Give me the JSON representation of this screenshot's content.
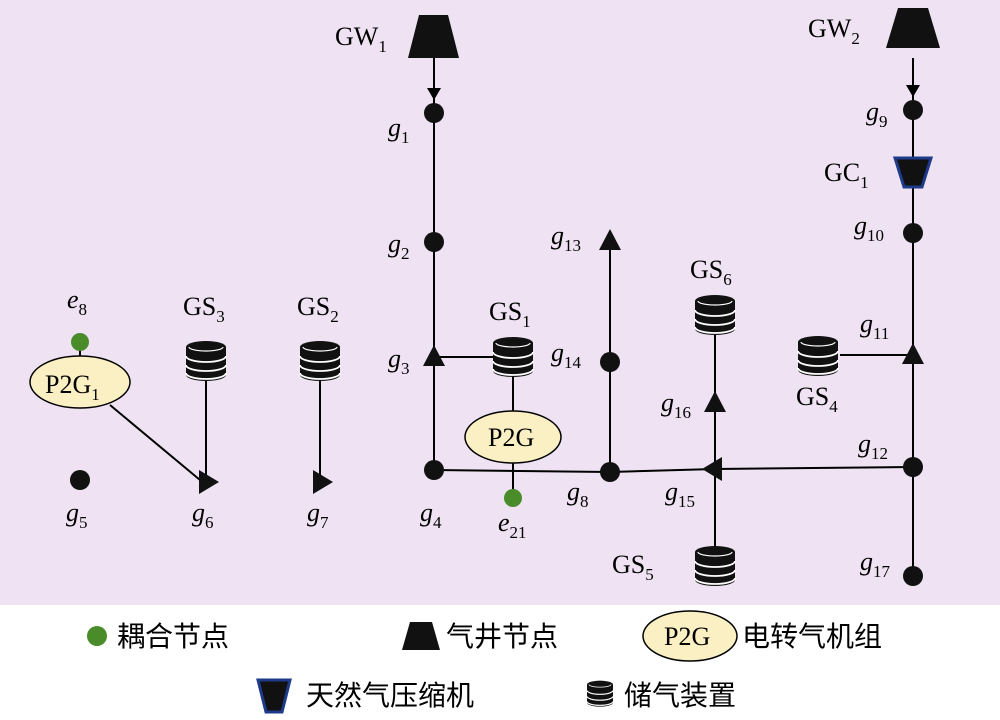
{
  "colors": {
    "background": "#efe3f3",
    "line": "#000000",
    "node": "#111111",
    "coupling_node": "#4a8c2a",
    "p2g_fill": "#faf0c4",
    "compressor": "#1e3a8a",
    "legend_bg": "#ffffff"
  },
  "gas_wells": [
    {
      "id": "gw1",
      "base": "GW",
      "sub": "1"
    },
    {
      "id": "gw2",
      "base": "GW",
      "sub": "2"
    }
  ],
  "compressor": {
    "base": "GC",
    "sub": "1"
  },
  "gas_nodes": [
    {
      "id": "g1",
      "base": "g",
      "sub": "1"
    },
    {
      "id": "g2",
      "base": "g",
      "sub": "2"
    },
    {
      "id": "g3",
      "base": "g",
      "sub": "3"
    },
    {
      "id": "g4",
      "base": "g",
      "sub": "4"
    },
    {
      "id": "g5",
      "base": "g",
      "sub": "5"
    },
    {
      "id": "g6",
      "base": "g",
      "sub": "6"
    },
    {
      "id": "g7",
      "base": "g",
      "sub": "7"
    },
    {
      "id": "g8",
      "base": "g",
      "sub": "8"
    },
    {
      "id": "g9",
      "base": "g",
      "sub": "9"
    },
    {
      "id": "g10",
      "base": "g",
      "sub": "10"
    },
    {
      "id": "g11",
      "base": "g",
      "sub": "11"
    },
    {
      "id": "g12",
      "base": "g",
      "sub": "12"
    },
    {
      "id": "g13",
      "base": "g",
      "sub": "13"
    },
    {
      "id": "g14",
      "base": "g",
      "sub": "14"
    },
    {
      "id": "g15",
      "base": "g",
      "sub": "15"
    },
    {
      "id": "g16",
      "base": "g",
      "sub": "16"
    },
    {
      "id": "g17",
      "base": "g",
      "sub": "17"
    }
  ],
  "storages": [
    {
      "id": "gs1",
      "base": "GS",
      "sub": "1"
    },
    {
      "id": "gs2",
      "base": "GS",
      "sub": "2"
    },
    {
      "id": "gs3",
      "base": "GS",
      "sub": "3"
    },
    {
      "id": "gs4",
      "base": "GS",
      "sub": "4"
    },
    {
      "id": "gs5",
      "base": "GS",
      "sub": "5"
    },
    {
      "id": "gs6",
      "base": "GS",
      "sub": "6"
    }
  ],
  "coupling_nodes": [
    {
      "id": "e8",
      "base": "e",
      "sub": "8"
    },
    {
      "id": "e21",
      "base": "e",
      "sub": "21"
    }
  ],
  "p2g_units": [
    {
      "id": "p2g1",
      "base": "P2G",
      "sub": "1"
    },
    {
      "id": "p2g",
      "base": "P2G",
      "sub": ""
    }
  ],
  "legend": {
    "coupling_node": "耦合节点",
    "gas_well": "气井节点",
    "p2g_symbol": "P2G",
    "p2g_unit": "电转气机组",
    "compressor": "天然气压缩机",
    "storage": "储气装置"
  }
}
